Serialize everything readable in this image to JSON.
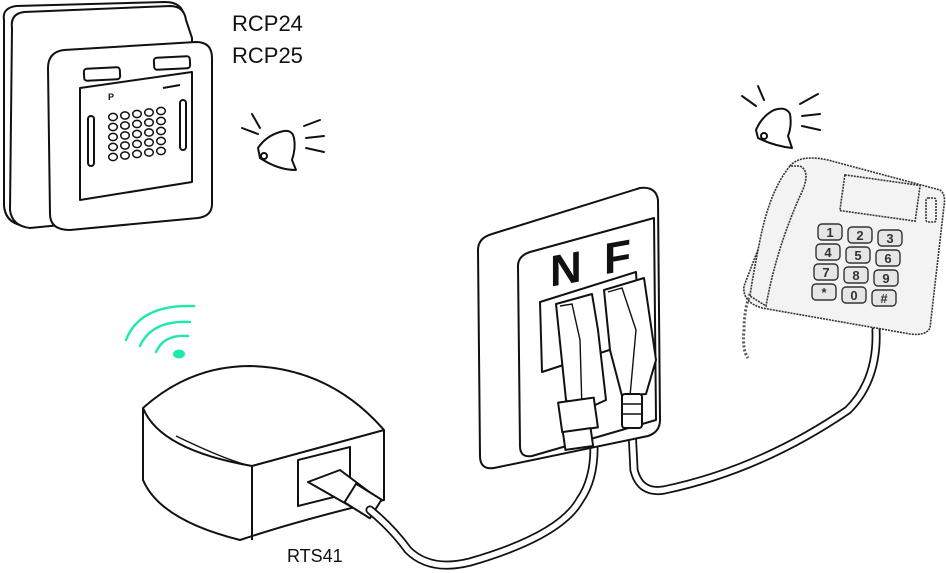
{
  "diagram": {
    "labels": {
      "keypad_models_line1": "RCP24",
      "keypad_models_line2": "RCP25",
      "receiver_model": "RTS41",
      "socket_n": "N",
      "socket_f": "F"
    },
    "components": [
      {
        "id": "keypad",
        "name": "Wireless keypad",
        "models": [
          "RCP24",
          "RCP25"
        ]
      },
      {
        "id": "receiver",
        "name": "Telephone interface receiver",
        "model": "RTS41"
      },
      {
        "id": "wall-socket",
        "name": "Wall phone socket",
        "ports": [
          "N",
          "F"
        ]
      },
      {
        "id": "telephone",
        "name": "Big-button telephone"
      }
    ],
    "connections": [
      {
        "from": "receiver",
        "to": "wall-socket",
        "port": "N"
      },
      {
        "from": "telephone",
        "to": "wall-socket",
        "port": "F"
      }
    ],
    "icons": [
      "bell-icon",
      "bell-icon",
      "wifi-signal-icon"
    ],
    "colors": {
      "signal": "#1de9a8",
      "line": "#111111"
    },
    "phone_keys": [
      "1",
      "2",
      "3",
      "4",
      "5",
      "6",
      "7",
      "8",
      "9",
      "*",
      "0",
      "#"
    ]
  }
}
